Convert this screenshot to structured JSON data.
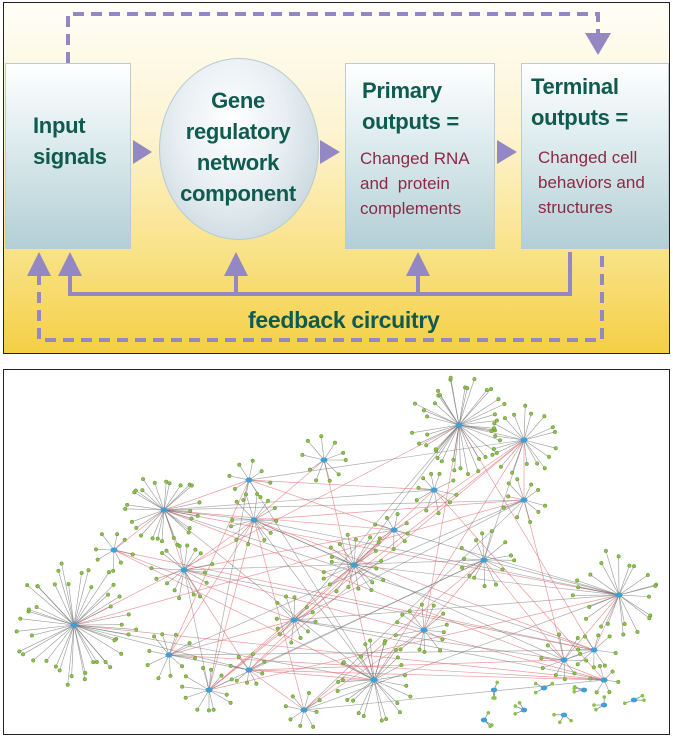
{
  "diagram": {
    "input_title": "Input\nsignals",
    "gene_title": "Gene\nregulatory\nnetwork\ncomponent",
    "primary_title": "Primary\noutputs =",
    "primary_desc": "Changed RNA\nand  protein\ncomplements",
    "terminal_title": "Terminal\noutputs =",
    "terminal_desc": "Changed cell\nbehaviors and\nstructures",
    "feedback_label": "feedback circuitry",
    "colors": {
      "green_text": "#0f5b50",
      "maroon_text": "#8a2a44",
      "arrow": "#9488c4",
      "background_top": "#fffef8",
      "background_bottom": "#f4cf44"
    }
  },
  "network": {
    "colors": {
      "edge_gray": "#6a6a6a",
      "edge_red": "#e6787c",
      "hub_node": "#3ea0d6",
      "leaf_node": "#8ac24a"
    }
  }
}
